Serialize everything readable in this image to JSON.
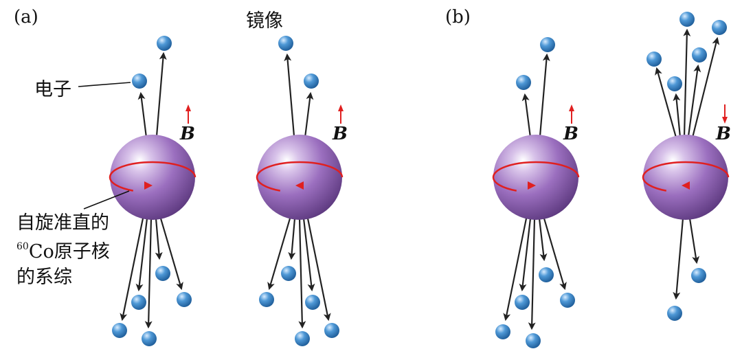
{
  "labels": {
    "panel_a": "(a)",
    "panel_b": "(b)",
    "mirror": "镜像",
    "electron": "电子",
    "system_line1": "自旋准直的",
    "system_sup": "60",
    "system_co": "Co",
    "system_line2_rest": "原子核",
    "system_line3": "的系综",
    "field": "B"
  },
  "colors": {
    "sphere": "#9b6fbf",
    "electron": "#3c84c4",
    "arrow": "#222222",
    "spin_ring": "#e02020",
    "field_arrow": "#e02020"
  },
  "panels": [
    {
      "id": "a-original",
      "field_direction": "up",
      "spin_direction": "right"
    },
    {
      "id": "a-mirror",
      "field_direction": "up",
      "spin_direction": "left"
    },
    {
      "id": "b-original",
      "field_direction": "up",
      "spin_direction": "right"
    },
    {
      "id": "b-reversed",
      "field_direction": "down",
      "spin_direction": "left"
    }
  ]
}
